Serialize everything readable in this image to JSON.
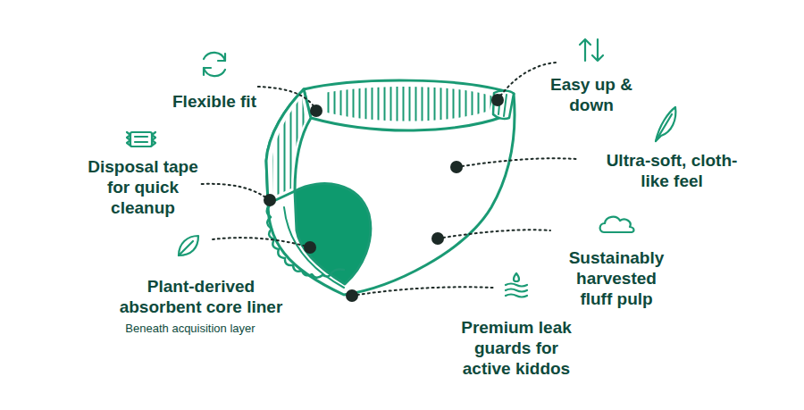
{
  "diagram": {
    "labels": [
      "Flexible fit",
      "Easy up & down",
      "Disposal tape for quick cleanup",
      "Ultra-soft, cloth-like feel",
      "Plant-derived absorbent core liner",
      "Beneath acquisition layer",
      "Sustainably harvested fluff pulp",
      "Premium leak guards for active kiddos"
    ]
  }
}
